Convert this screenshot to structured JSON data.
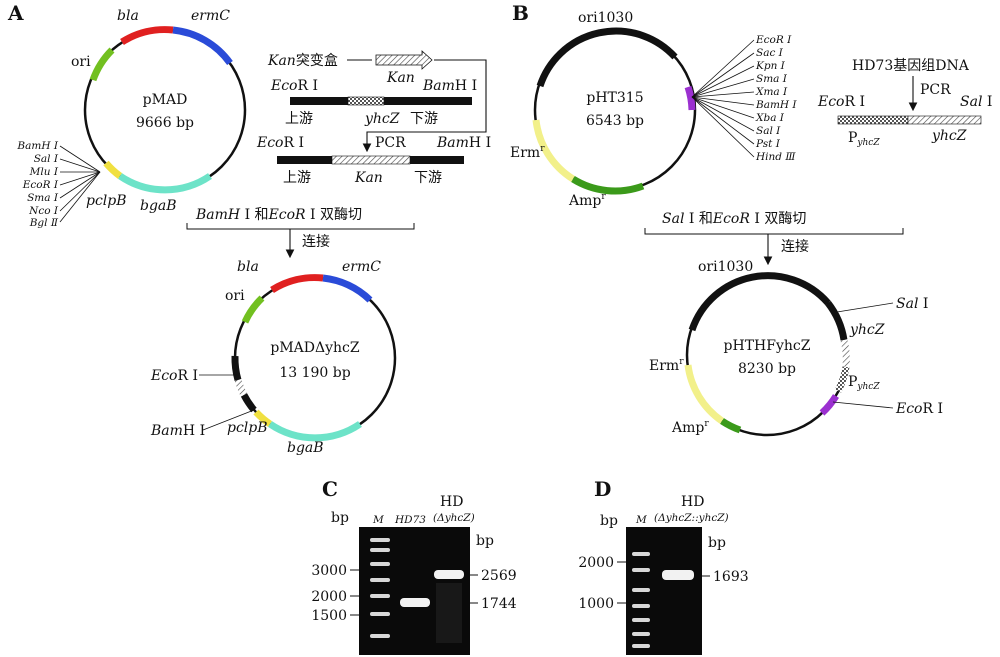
{
  "panels": {
    "a": "A",
    "b": "B",
    "c": "C",
    "d": "D"
  },
  "plasmids": {
    "pmad": {
      "name": "pMAD",
      "size": "9666 bp"
    },
    "pmad_yhcz": {
      "name": "pMADΔyhcZ",
      "size": "13 190 bp"
    },
    "pht315": {
      "name": "pHT315",
      "size": "6543 bp"
    },
    "phthf": {
      "name": "pHTHFyhcZ",
      "size": "8230 bp"
    }
  },
  "genes": {
    "bla": "bla",
    "ermC": "ermC",
    "ori": "ori",
    "pclpB": "pclpB",
    "bgaB": "bgaB",
    "ori1030": "ori1030",
    "erm": "Erm",
    "amp": "Amp",
    "sup_r": "r",
    "yhcZ": "yhcZ",
    "kan": "Kan",
    "p_main": "P",
    "p_sub": "yhcZ"
  },
  "sites": {
    "pmad_mcs": [
      "BamH Ⅰ",
      "Sal Ⅰ",
      "Mlu Ⅰ",
      "EcoR Ⅰ",
      "Sma Ⅰ",
      "Nco Ⅰ",
      "Bgl Ⅱ"
    ],
    "pht315_mcs": [
      "EcoR Ⅰ",
      "Sac Ⅰ",
      "Kpn Ⅰ",
      "Sma Ⅰ",
      "Xma Ⅰ",
      "BamH Ⅰ",
      "Xba Ⅰ",
      "Sal Ⅰ",
      "Pst Ⅰ",
      "Hind Ⅲ"
    ],
    "ecor1_a": "Eco",
    "ecor1_b": "R Ⅰ",
    "bamh1_a": "Bam",
    "bamh1_b": "H Ⅰ",
    "sal1_a": "Sal",
    "sal1_b": " Ⅰ"
  },
  "text": {
    "kan_cassette": "突变盒",
    "upstream": "上游",
    "downstream": "下游",
    "pcr": "PCR",
    "digest_a_1": "BamH",
    "digest_a_2": " Ⅰ 和",
    "digest_a_3": "EcoR",
    "digest_a_4": " Ⅰ 双酶切",
    "digest_b_1": "Sal",
    "digest_b_2": " Ⅰ 和",
    "digest_b_3": "EcoR",
    "digest_b_4": " Ⅰ 双酶切",
    "ligation": "连接",
    "genome": "HD73基因组DNA"
  },
  "gel_c": {
    "unit": "bp",
    "unit_right": "bp",
    "lanes": [
      "M",
      "HD73"
    ],
    "lane3_a": "HD",
    "lane3_b": "(Δ",
    "lane3_c": "yhcZ",
    "lane3_d": ")",
    "markers": [
      "3000",
      "2000",
      "1500"
    ],
    "bands": [
      "2569",
      "1744"
    ]
  },
  "gel_d": {
    "unit": "bp",
    "unit_right": "bp",
    "lane_m": "M",
    "lane2_a": "HD",
    "lane2_b": "(Δ",
    "lane2_c": "yhcZ::yhcZ",
    "lane2_d": ")",
    "markers": [
      "2000",
      "1000"
    ],
    "bands": [
      "1693"
    ]
  },
  "colors": {
    "bla": "#e02020",
    "ermC": "#2a4bd8",
    "ori": "#72c020",
    "pclpB": "#f0e040",
    "bgaB": "#6de3c8",
    "ori1030": "#111111",
    "erm": "#f2f08a",
    "amp": "#3b9a1a",
    "mcs": "#9b30d0"
  }
}
